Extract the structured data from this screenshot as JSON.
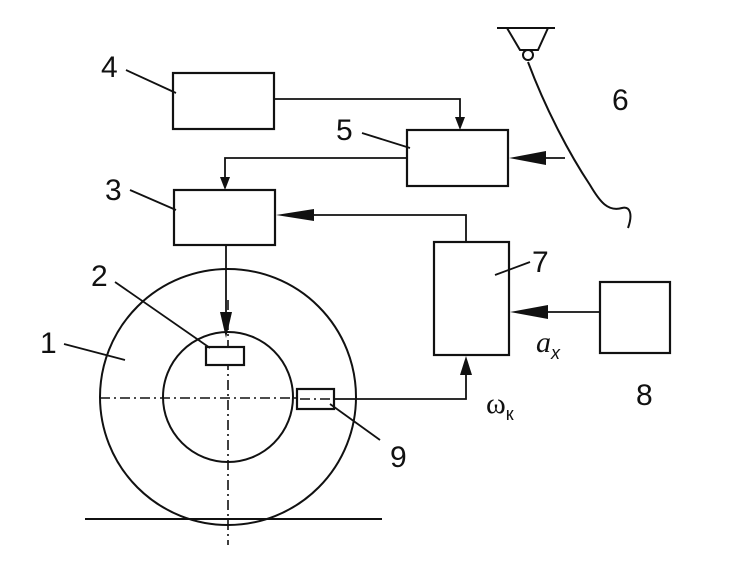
{
  "labels": {
    "n1": "1",
    "n2": "2",
    "n3": "3",
    "n4": "4",
    "n5": "5",
    "n6": "6",
    "n7": "7",
    "n8": "8",
    "n9": "9"
  },
  "signals": {
    "accel_symbol": "a",
    "accel_subscript": "x",
    "omega_symbol": "ω",
    "omega_subscript": "к"
  }
}
